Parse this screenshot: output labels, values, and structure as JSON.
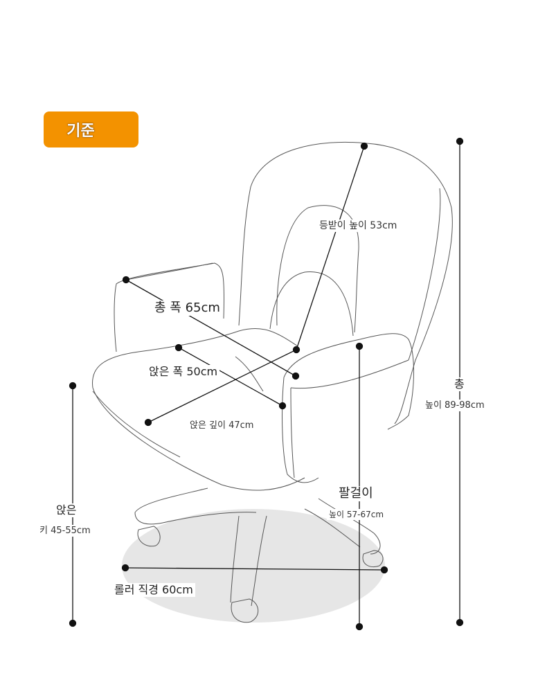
{
  "badge": {
    "label": "기준",
    "color": "#f39200"
  },
  "dimensions": {
    "backrest_height": "등받이 높이 53cm",
    "total_width": "총 폭 65cm",
    "seat_width": "앉은 폭 50cm",
    "seat_depth": "앉은 깊이 47cm",
    "total_height_title": "총",
    "total_height_value": "높이 89-98cm",
    "armrest_title": "팔걸이",
    "armrest_value": "높이 57-67cm",
    "seat_height_title": "앉은",
    "seat_height_value": "키 45-55cm",
    "roller_diameter": "롤러 직경 60cm"
  }
}
